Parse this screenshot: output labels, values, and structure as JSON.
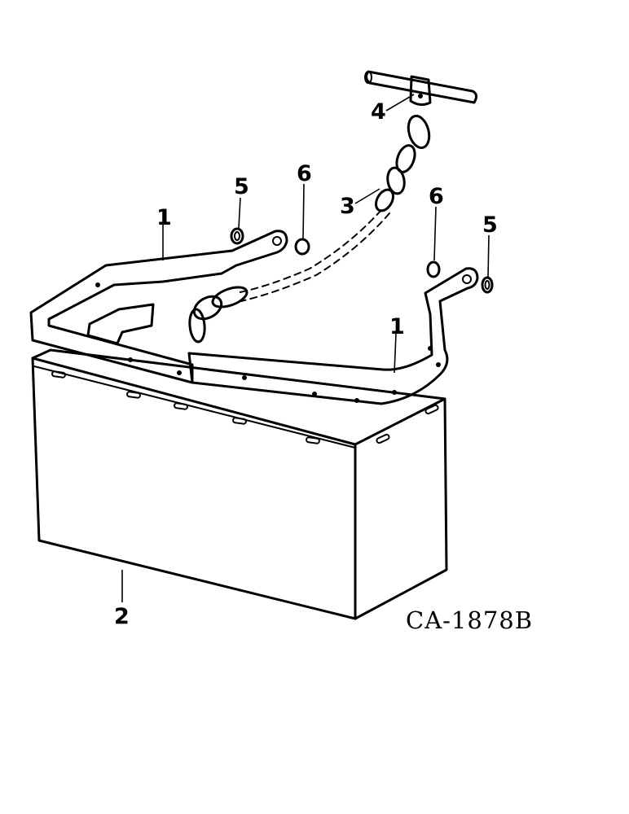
{
  "diagram": {
    "plate_id": "CA-1878B",
    "callouts": {
      "frame_left": "1",
      "frame_right": "1",
      "box": "2",
      "chain": "3",
      "clevis": "4",
      "nut_left": "5",
      "nut_right": "5",
      "spacer_left": "6",
      "spacer_right": "6"
    }
  }
}
